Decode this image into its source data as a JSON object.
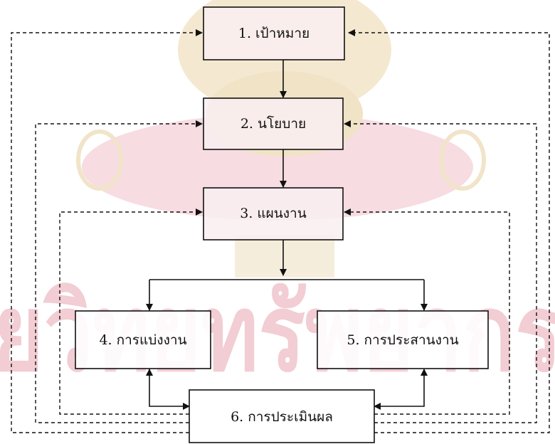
{
  "colors": {
    "line": "#111111",
    "box_fill": "#ffffff",
    "box_fill_tinted": "#f7ecef",
    "watermark_gold": "#f0e2c4",
    "watermark_red": "#f5d2d9",
    "watermark_text": "#f0c8d0"
  },
  "watermark": {
    "text": "ยวิทยทรัพยากร"
  },
  "nodes": [
    {
      "id": "n1",
      "label": "1. เป้าหมาย"
    },
    {
      "id": "n2",
      "label": "2. นโยบาย"
    },
    {
      "id": "n3",
      "label": "3. แผนงาน"
    },
    {
      "id": "n4",
      "label": "4. การแบ่งงาน"
    },
    {
      "id": "n5",
      "label": "5. การประสานงาน"
    },
    {
      "id": "n6",
      "label": "6. การประเมินผล"
    }
  ]
}
